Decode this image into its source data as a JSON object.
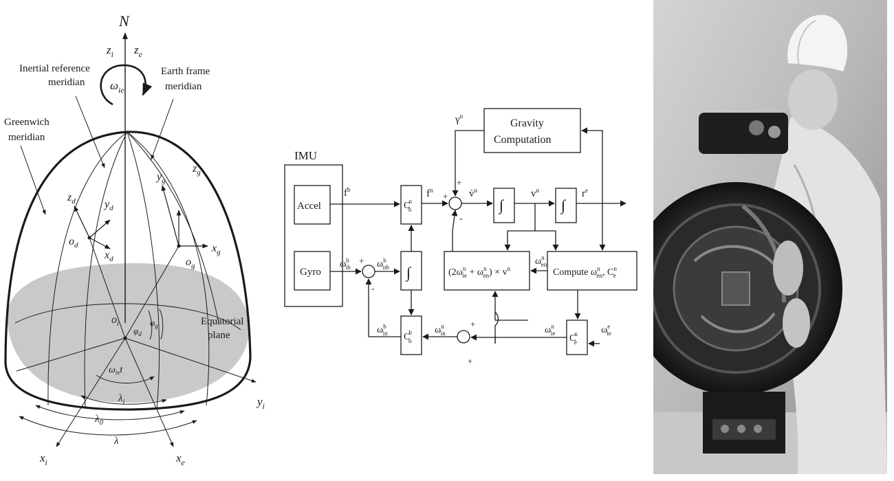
{
  "earth_frames": {
    "north": "N",
    "axis_zi": "z",
    "axis_zi_sub": "i",
    "axis_ze": "z",
    "axis_ze_sub": "e",
    "omega_ie": "ω",
    "omega_ie_sub": "ie",
    "inertial_ref_l1": "Inertial reference",
    "inertial_ref_l2": "meridian",
    "earth_frame_l1": "Earth frame",
    "earth_frame_l2": "meridian",
    "greenwich_l1": "Greenwich",
    "greenwich_l2": "meridian",
    "equatorial_l1": "Equatorial",
    "equatorial_l2": "plane",
    "zd": "z",
    "zd_sub": "d",
    "yd": "y",
    "yd_sub": "d",
    "xd": "x",
    "xd_sub": "d",
    "od": "o",
    "od_sub": "d",
    "yg": "y",
    "yg_sub": "g",
    "zg": "z",
    "zg_sub": "g",
    "xg": "x",
    "xg_sub": "g",
    "og": "o",
    "og_sub": "g",
    "oi": "o",
    "oi_sub": "i",
    "phi_d": "φ",
    "phi_d_sub": "d",
    "phi_g": "φ",
    "phi_g_sub": "g",
    "omega_t": "ω",
    "omega_t_sub": "ie",
    "omega_t_tail": "t",
    "lambda_i": "λ",
    "lambda_i_sub": "i",
    "lambda_0": "λ",
    "lambda_0_sub": "0",
    "lambda": "λ",
    "xi": "x",
    "xi_sub": "i",
    "xe": "x",
    "xe_sub": "e",
    "yi": "y",
    "yi_sub": "i"
  },
  "block_diagram": {
    "imu": "IMU",
    "accel": "Accel",
    "gyro": "Gyro",
    "gravity_l1": "Gravity",
    "gravity_l2": "Computation",
    "gamma": "γ",
    "gamma_sup": "n",
    "f_b": "f",
    "f_b_sup": "b",
    "f_n": "f",
    "f_n_sup": "n",
    "v_dot": "v̇",
    "v_dot_sup": "n",
    "v_n": "v",
    "v_n_sup": "n",
    "r_e": "r",
    "r_e_sup": "e",
    "cbn": "C",
    "cbn_sup": "n",
    "cbn_sub": "b",
    "cnb": "C",
    "cnb_sup": "b",
    "cnb_sub": "n",
    "cen": "C",
    "cen_sup": "n",
    "cen_sub": "e",
    "integral": "∫",
    "coriolis": "(2ω",
    "coriolis_a_sup": "n",
    "coriolis_a_sub": "ie",
    "coriolis_mid": " + ω",
    "coriolis_b_sup": "n",
    "coriolis_b_sub": "en",
    "coriolis_tail": ") × v",
    "coriolis_tail_sup": "n",
    "compute": "Compute ω",
    "compute_sup": "n",
    "compute_sub": "en",
    "compute_tail": ", C",
    "compute_tail_sup": "n",
    "compute_tail_sub": "e",
    "w_ib": "ω",
    "w_ib_sup": "b",
    "w_ib_sub": "ib",
    "w_nb": "ω",
    "w_nb_sup": "b",
    "w_nb_sub": "nb",
    "w_in_b": "ω",
    "w_in_b_sup": "b",
    "w_in_b_sub": "in",
    "w_in_n": "ω",
    "w_in_n_sup": "n",
    "w_in_n_sub": "in",
    "w_en": "ω",
    "w_en_sup": "n",
    "w_en_sub": "en",
    "w_ie_n": "ω",
    "w_ie_n_sup": "n",
    "w_ie_n_sub": "ie",
    "w_ie_e": "ω",
    "w_ie_e_sup": "e",
    "w_ie_e_sub": "ie",
    "plus": "+",
    "minus": "-"
  },
  "colors": {
    "ink": "#1a1a1a",
    "equatorial_fill": "#c9c9c9",
    "photo_background": "#b8b8b8"
  }
}
